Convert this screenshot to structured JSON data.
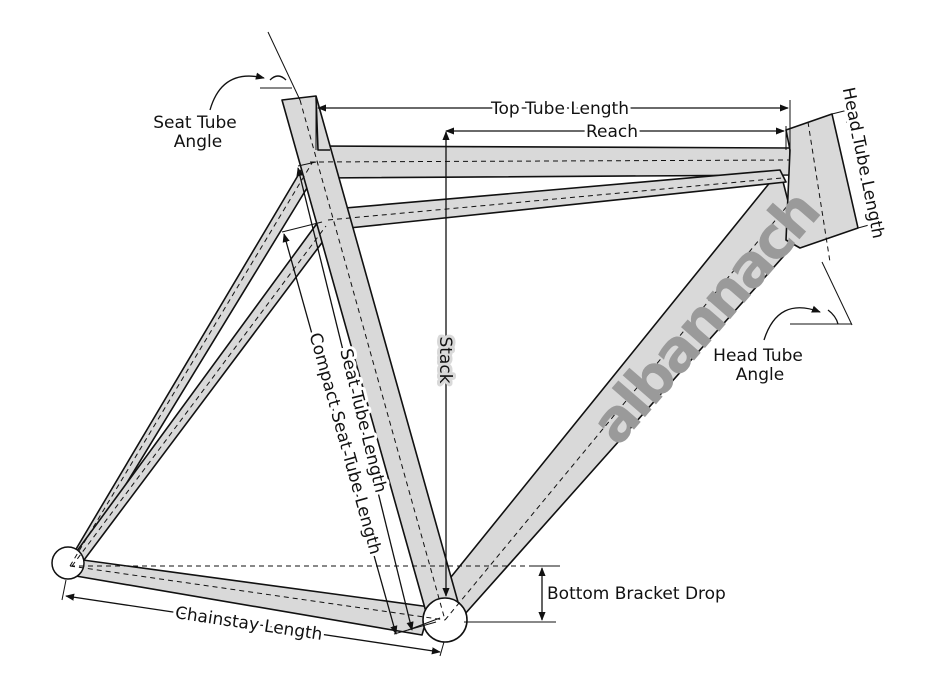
{
  "brand": "albannach",
  "labels": {
    "top_tube_length": "Top Tube Length",
    "reach": "Reach",
    "head_tube_length": "Head Tube Length",
    "seat_tube_angle_line1": "Seat Tube",
    "seat_tube_angle_line2": "Angle",
    "head_tube_angle_line1": "Head Tube",
    "head_tube_angle_line2": "Angle",
    "stack": "Stack",
    "seat_tube_length": "Seat Tube Length",
    "compact_seat_tube_length": "Compact Seat Tube Length",
    "bottom_bracket_drop": "Bottom Bracket Drop",
    "chainstay_length": "Chainstay Length"
  },
  "colors": {
    "tube_fill": "#d9d9d9",
    "line": "#111111",
    "brand": "#9a9a9a",
    "background": "#ffffff"
  }
}
